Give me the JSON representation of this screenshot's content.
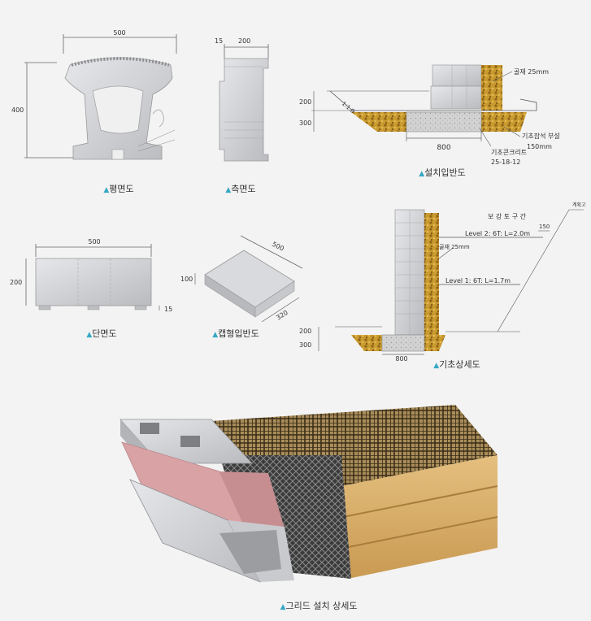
{
  "captions": {
    "plan": "평면도",
    "side": "측면도",
    "install": "설치입반도",
    "section": "단면도",
    "cap": "캡형입반도",
    "foundation": "기초상세도",
    "grid": "그리드 설치 상세도"
  },
  "dims": {
    "plan_width": "500",
    "plan_height": "400",
    "side_15": "15",
    "side_200": "200",
    "sec_width": "500",
    "sec_height": "200",
    "sec_15": "15",
    "cap_500": "500",
    "cap_100": "100",
    "cap_320": "320",
    "inst_200": "200",
    "inst_300": "300",
    "inst_800": "800",
    "inst_slope": "1:1.0",
    "found_200": "200",
    "found_300": "300",
    "found_800": "800",
    "found_150": "150"
  },
  "labels": {
    "gravel_25": "골재 25mm",
    "base_gravel": "기초잡석 부설",
    "base_gravel_mm": "150mm",
    "base_concrete": "기초콘크리트",
    "base_concrete_spec": "25-18-12",
    "reinforce": "보 강 토 구 간",
    "level2": "Level 2: 6T: L=2.0m",
    "level1": "Level 1: 6T: L=1.7m",
    "gravel_25b": "골재 25mm",
    "plan_height_line": "계획고"
  },
  "colors": {
    "accent": "#35a8c4",
    "block": "#d7d8db",
    "gravel": "#c99a2e",
    "concrete": "#cfcfcf",
    "sand": "#dcb26e",
    "pink": "#d9a2a4"
  }
}
